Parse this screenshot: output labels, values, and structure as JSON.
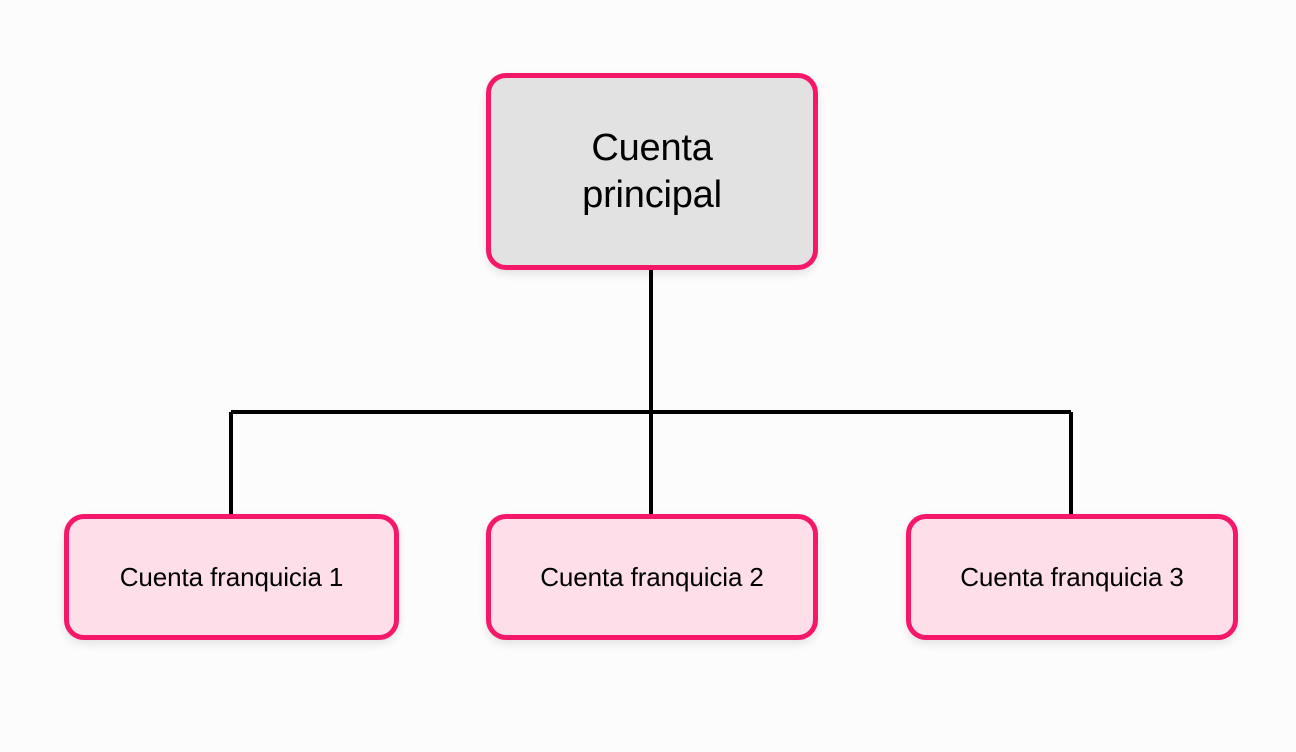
{
  "diagram": {
    "type": "organizational-tree",
    "background_color": "#FCFCFC",
    "node_border_color": "#F5186A",
    "root_fill_color": "#E2E2E2",
    "child_fill_color": "#FDDEE9",
    "connector_color": "#000000",
    "root": {
      "label": "Cuenta\nprincipal"
    },
    "children": [
      {
        "label": "Cuenta franquicia 1"
      },
      {
        "label": "Cuenta franquicia 2"
      },
      {
        "label": "Cuenta franquicia 3"
      }
    ]
  }
}
